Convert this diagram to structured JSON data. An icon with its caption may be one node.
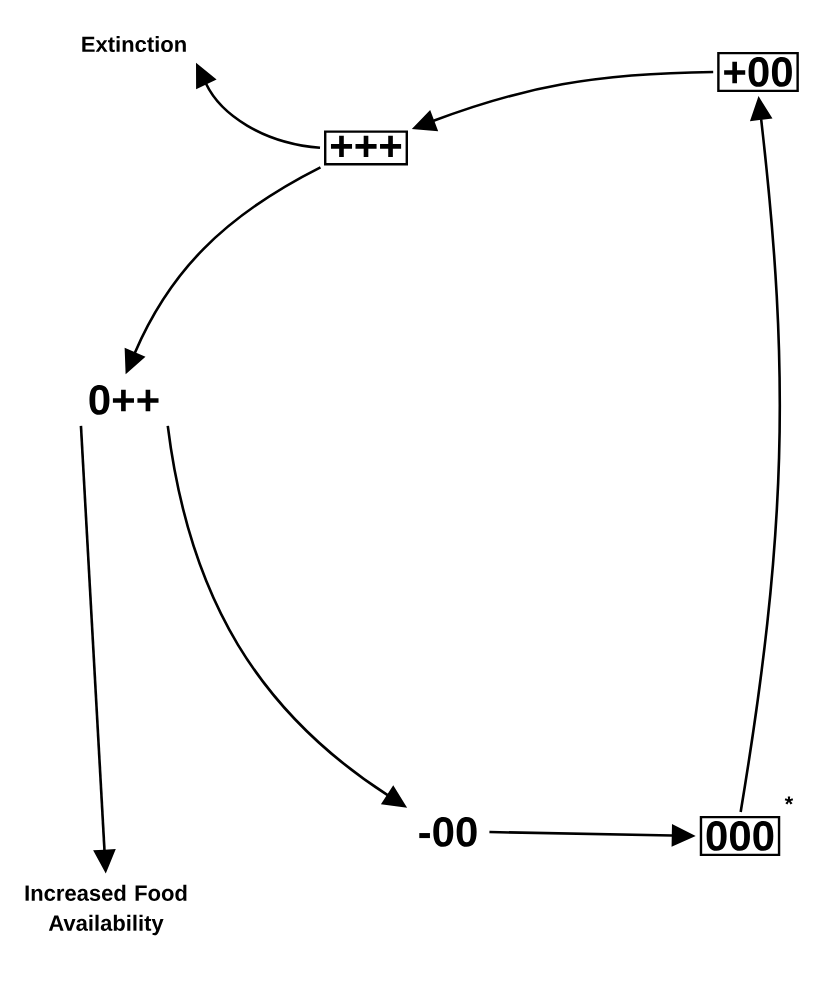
{
  "diagram": {
    "nodes": [
      {
        "text": [
          "+00"
        ]
      },
      {
        "text": [
          "+++"
        ]
      },
      {
        "text": [
          "Extinction"
        ]
      },
      {
        "text": [
          "0++"
        ]
      },
      {
        "text": [
          "Increased Food Availability"
        ]
      },
      {
        "text": [
          "-00"
        ]
      },
      {
        "text": [
          "000"
        ],
        "beside": [
          "*"
        ]
      }
    ],
    "edges": [
      {
        "from": 0,
        "to": 1,
        "arrow": "to"
      },
      {
        "from": 1,
        "to": 2,
        "arrow": "to"
      },
      {
        "from": 1,
        "to": 3,
        "arrow": "to"
      },
      {
        "from": 3,
        "to": 4,
        "arrow": "to"
      },
      {
        "from": 3,
        "to": 5,
        "arrow": "to"
      },
      {
        "from": 5,
        "to": 6,
        "arrow": "to"
      },
      {
        "from": 6,
        "to": 0,
        "arrow": "to"
      }
    ]
  }
}
